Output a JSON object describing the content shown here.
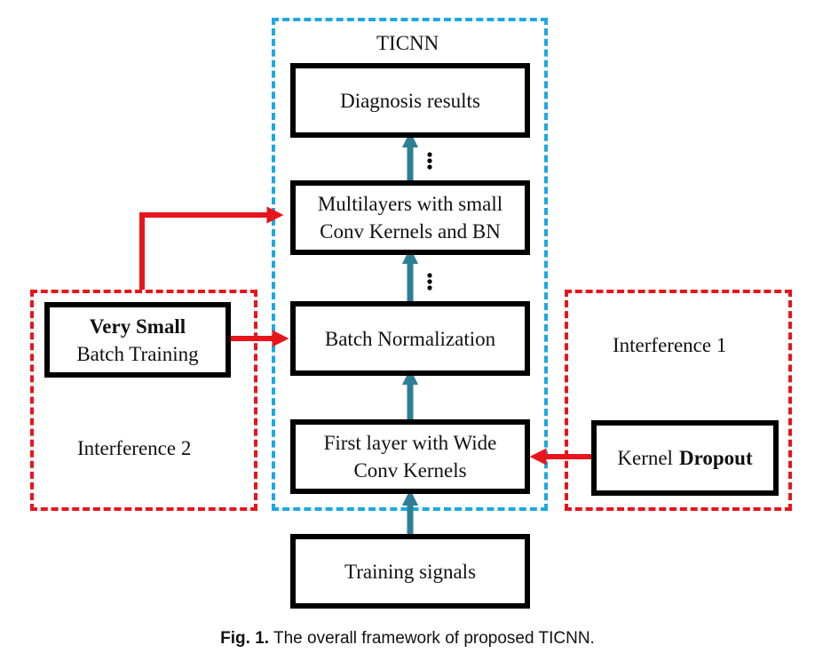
{
  "ticnn_label": "TICNN",
  "boxes": {
    "diagnosis": "Diagnosis results",
    "multilayers_line1": "Multilayers with small",
    "multilayers_line2": "Conv Kernels and BN",
    "batch_norm": "Batch Normalization",
    "first_layer_line1": "First layer with Wide",
    "first_layer_line2": "Conv Kernels",
    "training_signals": "Training signals",
    "very_small_bold": "Very Small",
    "batch_training": "Batch Training",
    "kernel": "Kernel",
    "dropout_bold": "Dropout"
  },
  "interference1": "Interference 1",
  "interference2": "Interference 2",
  "caption": {
    "fig": "Fig. 1.",
    "text": "The overall framework of proposed TICNN."
  },
  "colors": {
    "red": "#e8141b",
    "blue_dash": "#1ba8e3",
    "teal_arrow": "#2e7f95"
  }
}
